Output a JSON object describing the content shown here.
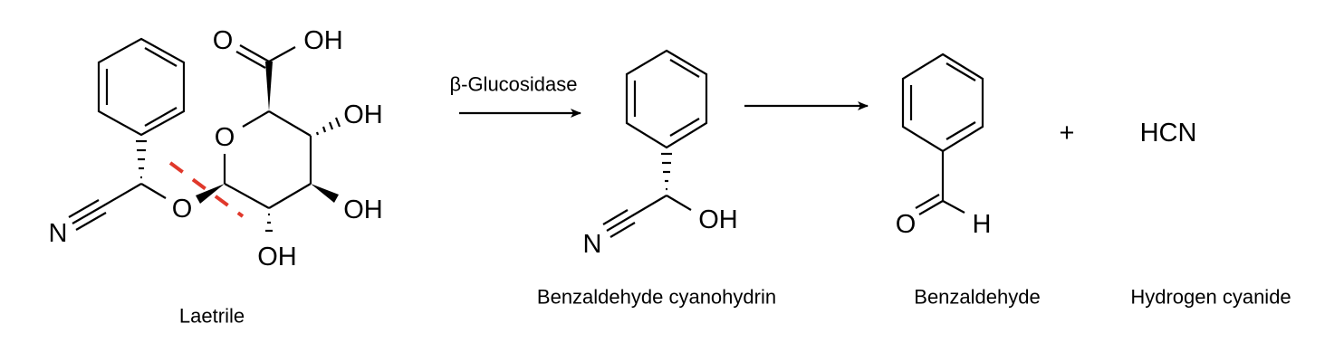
{
  "reagent": "β-Glucosidase",
  "plus": "+",
  "atoms": {
    "O": "O",
    "OH": "OH",
    "N": "N",
    "H": "H",
    "HCN": "HCN"
  },
  "labels": {
    "laetrile": "Laetrile",
    "cyanohydrin": "Benzaldehyde cyanohydrin",
    "benzaldehyde": "Benzaldehyde",
    "hcn": "Hydrogen cyanide"
  },
  "colors": {
    "cleavage": "#e0382b",
    "ink": "#000000"
  }
}
